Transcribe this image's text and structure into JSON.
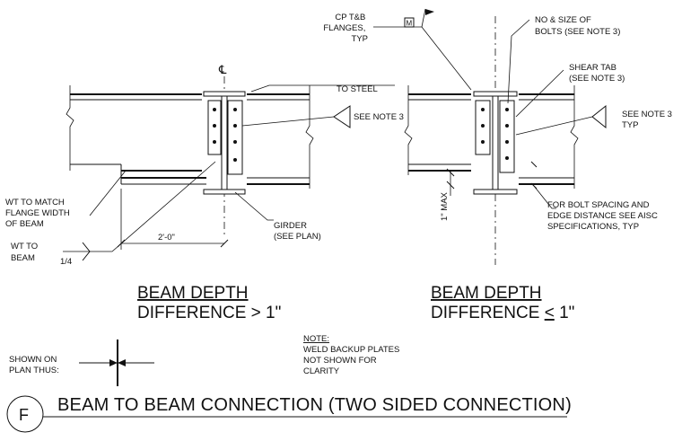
{
  "left_detail": {
    "centerline_symbol": "℄",
    "wt_match_note": [
      "WT TO MATCH",
      "FLANGE WIDTH",
      "OF BEAM"
    ],
    "wt_to_beam_note": [
      "WT TO",
      "BEAM"
    ],
    "weld_size": "1/4",
    "dimension": "2'-0\"",
    "girder_note": [
      "GIRDER",
      "(SEE PLAN)"
    ],
    "see_note": "SEE NOTE 3",
    "to_steel": "TO STEEL",
    "heading_line1": "BEAM DEPTH",
    "heading_line2": "DIFFERENCE > 1\""
  },
  "right_detail": {
    "cp_note": [
      "CP T&B",
      "FLANGES,",
      "TYP"
    ],
    "weld_symbol_letter": "M",
    "bolts_note": [
      "NO & SIZE OF",
      "BOLTS (SEE NOTE 3)"
    ],
    "shear_tab_note": [
      "SHEAR TAB",
      "(SEE NOTE 3)"
    ],
    "see_note": [
      "SEE NOTE 3",
      "TYP"
    ],
    "max_dimension": "1\" MAX",
    "bolt_spacing_note": [
      "FOR BOLT SPACING AND",
      "EDGE DISTANCE SEE AISC",
      "SPECIFICATIONS, TYP"
    ],
    "heading_line1": "BEAM DEPTH",
    "heading_line2_prefix": "DIFFERENCE ",
    "heading_line2_symbol": "<",
    "heading_line2_suffix": " 1\""
  },
  "shown_on_plan": [
    "SHOWN ON",
    "PLAN THUS:"
  ],
  "general_note": {
    "label": "NOTE:",
    "lines": [
      "WELD BACKUP PLATES",
      "NOT SHOWN FOR",
      "CLARITY"
    ]
  },
  "title_block": {
    "detail_letter": "F",
    "title": "BEAM TO BEAM CONNECTION (TWO SIDED CONNECTION)"
  }
}
